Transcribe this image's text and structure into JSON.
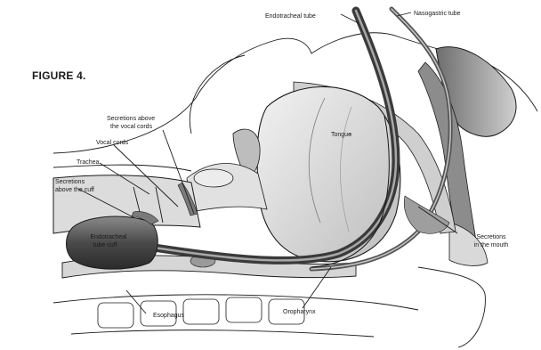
{
  "figure_title": "FIGURE 4.",
  "labels": {
    "endotracheal_tube": "Endotracheal tube",
    "nasogastric_tube": "Nasogastric tube",
    "secretions_above_vocal_cords_line1": "Secretions above",
    "secretions_above_vocal_cords_line2": "the vocal cords",
    "vocal_cords": "Vocal cords",
    "trachea": "Trachea",
    "tongue": "Tongue",
    "secretions_above_cuff_line1": "Secretions",
    "secretions_above_cuff_line2": "above the cuff",
    "endotracheal_tube_cuff_line1": "Endotracheal",
    "endotracheal_tube_cuff_line2": "tube cuff",
    "secretions_in_mouth_line1": "Secretions",
    "secretions_in_mouth_line2": "in the mouth",
    "esophagus": "Esophagus",
    "oropharynx": "Oropharynx"
  },
  "colors": {
    "line": "#1a1a1a",
    "tissue_light": "#e6e6e6",
    "tissue_mid": "#b5b5b5",
    "tissue_dark": "#6e6e6e"
  }
}
